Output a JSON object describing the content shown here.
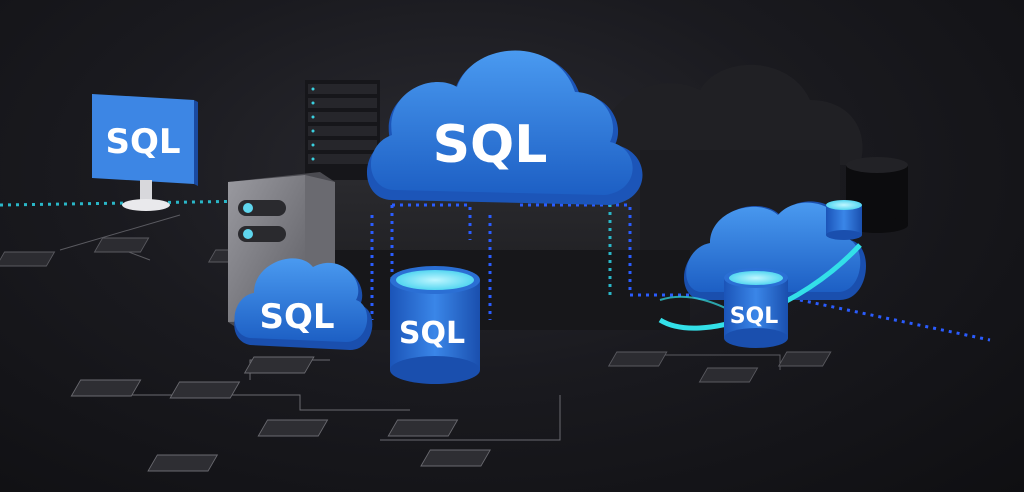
{
  "labels": {
    "monitor": "SQL",
    "main_cloud": "SQL",
    "small_cloud": "SQL",
    "database": "SQL",
    "orbit_database": "SQL"
  },
  "colors": {
    "background": "#141418",
    "sql_blue": "#2f7de0",
    "glow_cyan": "#33e0e8",
    "dotted_blue": "#2a5cff",
    "server_gray": "#8a8a90"
  }
}
